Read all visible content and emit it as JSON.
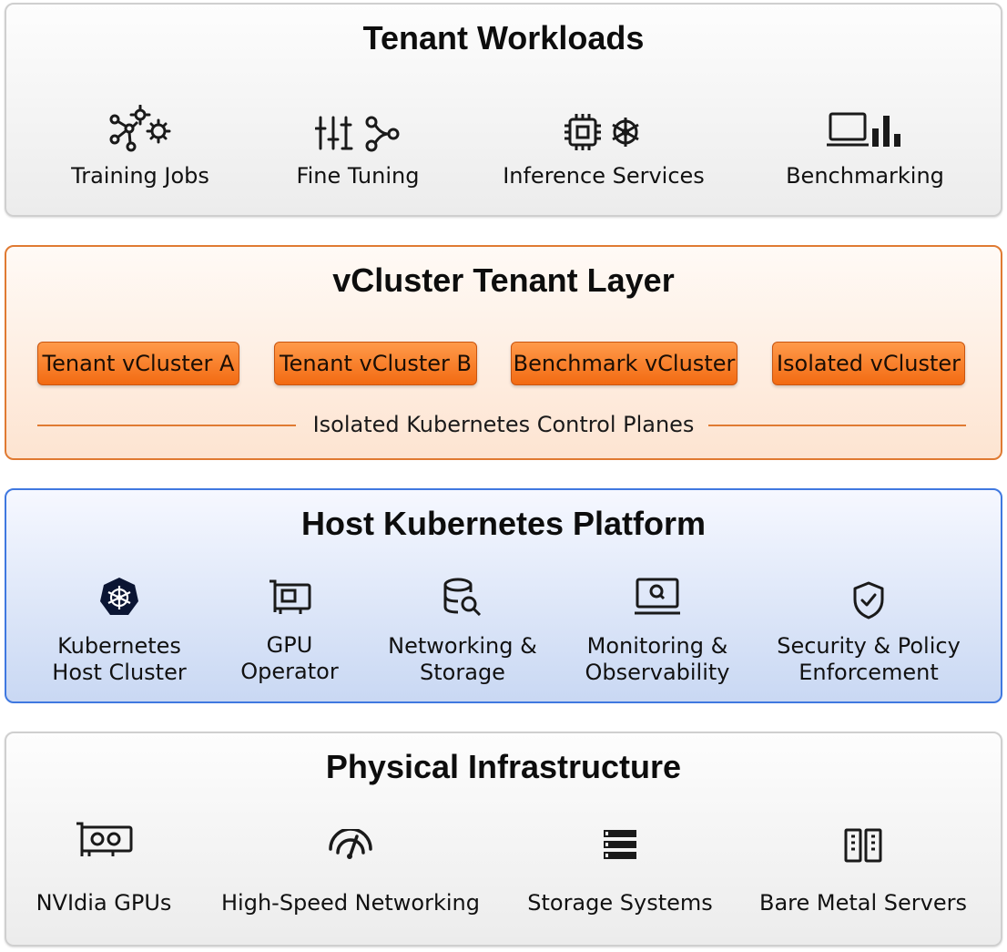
{
  "workloads": {
    "title": "Tenant Workloads",
    "items": [
      {
        "label": "Training Jobs",
        "icon": "workflow-gears-icon"
      },
      {
        "label": "Fine Tuning",
        "icon": "sliders-branch-icon"
      },
      {
        "label": "Inference Services",
        "icon": "chip-kubernetes-icon"
      },
      {
        "label": "Benchmarking",
        "icon": "laptop-bar-chart-icon"
      }
    ]
  },
  "vcluster": {
    "title": "vCluster Tenant Layer",
    "clusters": [
      "Tenant vCluster A",
      "Tenant vCluster B",
      "Benchmark vCluster",
      "Isolated vCluster"
    ],
    "control_planes_label": "Isolated Kubernetes Control Planes"
  },
  "host": {
    "title": "Host Kubernetes Platform",
    "items": [
      {
        "line1": "Kubernetes",
        "line2": "Host Cluster",
        "icon": "kubernetes-icon"
      },
      {
        "line1": "GPU",
        "line2": "Operator",
        "icon": "gpu-card-icon"
      },
      {
        "line1": "Networking &",
        "line2": "Storage",
        "icon": "database-search-icon"
      },
      {
        "line1": "Monitoring &",
        "line2": "Observability",
        "icon": "monitor-search-icon"
      },
      {
        "line1": "Security & Policy",
        "line2": "Enforcement",
        "icon": "shield-check-icon"
      }
    ]
  },
  "physical": {
    "title": "Physical Infrastructure",
    "items": [
      {
        "label": "NVIdia GPUs",
        "icon": "graphics-card-icon"
      },
      {
        "label": "High-Speed Networking",
        "icon": "speedometer-icon"
      },
      {
        "label": "Storage Systems",
        "icon": "server-stack-icon"
      },
      {
        "label": "Bare Metal Servers",
        "icon": "server-rack-icon"
      }
    ]
  },
  "colors": {
    "orange_accent": "#e07a32",
    "blue_accent": "#3f78e0",
    "button_orange": "#f26a12"
  }
}
